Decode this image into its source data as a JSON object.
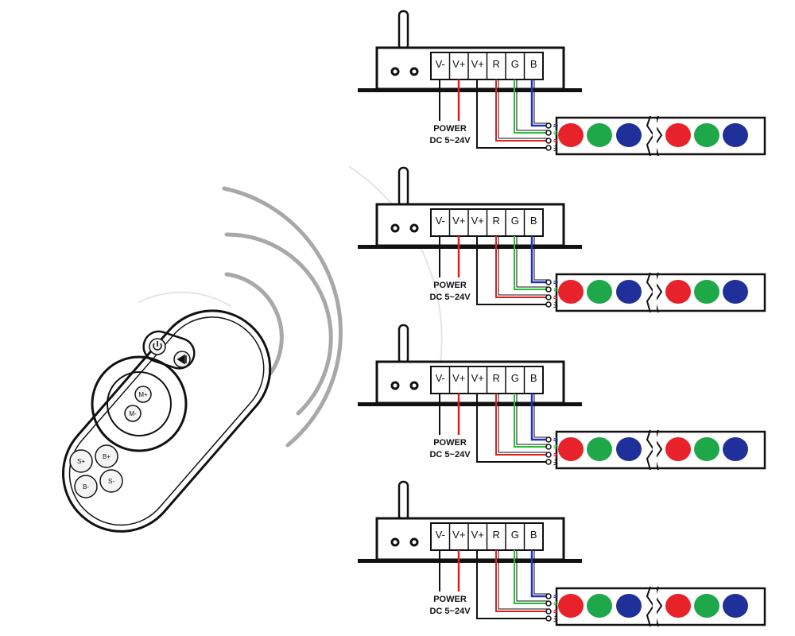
{
  "colors": {
    "outline": "#111111",
    "power_negative": "#111111",
    "power_positive": "#e02020",
    "red": "#e02020",
    "green": "#20c030",
    "blue": "#2030c0",
    "led_red": "#e8222a",
    "led_green": "#1ea84a",
    "led_blue": "#20309a",
    "signal_wave": "#a8a8a8"
  },
  "remote": {
    "power_button_icon": "power-icon",
    "mode_button_icon": "play-pause-icon",
    "wheel_buttons": [
      "M+",
      "M-"
    ],
    "buttons": [
      "S+",
      "B+",
      "B-",
      "S-"
    ]
  },
  "controllers": [
    {
      "terminals": [
        "V-",
        "V+",
        "V+",
        "R",
        "G",
        "B"
      ],
      "power_label": "POWER",
      "voltage_label": "DC 5~24V",
      "strip": {
        "pins": [
          "V+",
          "R",
          "G",
          "B"
        ],
        "groups": [
          [
            "red",
            "green",
            "blue"
          ],
          [
            "red",
            "green",
            "blue"
          ]
        ]
      }
    },
    {
      "terminals": [
        "V-",
        "V+",
        "V+",
        "R",
        "G",
        "B"
      ],
      "power_label": "POWER",
      "voltage_label": "DC 5~24V",
      "strip": {
        "pins": [
          "V+",
          "R",
          "G",
          "B"
        ],
        "groups": [
          [
            "red",
            "green",
            "blue"
          ],
          [
            "red",
            "green",
            "blue"
          ]
        ]
      }
    },
    {
      "terminals": [
        "V-",
        "V+",
        "V+",
        "R",
        "G",
        "B"
      ],
      "power_label": "POWER",
      "voltage_label": "DC 5~24V",
      "strip": {
        "pins": [
          "V+",
          "R",
          "G",
          "B"
        ],
        "groups": [
          [
            "red",
            "green",
            "blue"
          ],
          [
            "red",
            "green",
            "blue"
          ]
        ]
      }
    },
    {
      "terminals": [
        "V-",
        "V+",
        "V+",
        "R",
        "G",
        "B"
      ],
      "power_label": "POWER",
      "voltage_label": "DC 5~24V",
      "strip": {
        "pins": [
          "V+",
          "R",
          "G",
          "B"
        ],
        "groups": [
          [
            "red",
            "green",
            "blue"
          ],
          [
            "red",
            "green",
            "blue"
          ]
        ]
      }
    }
  ]
}
